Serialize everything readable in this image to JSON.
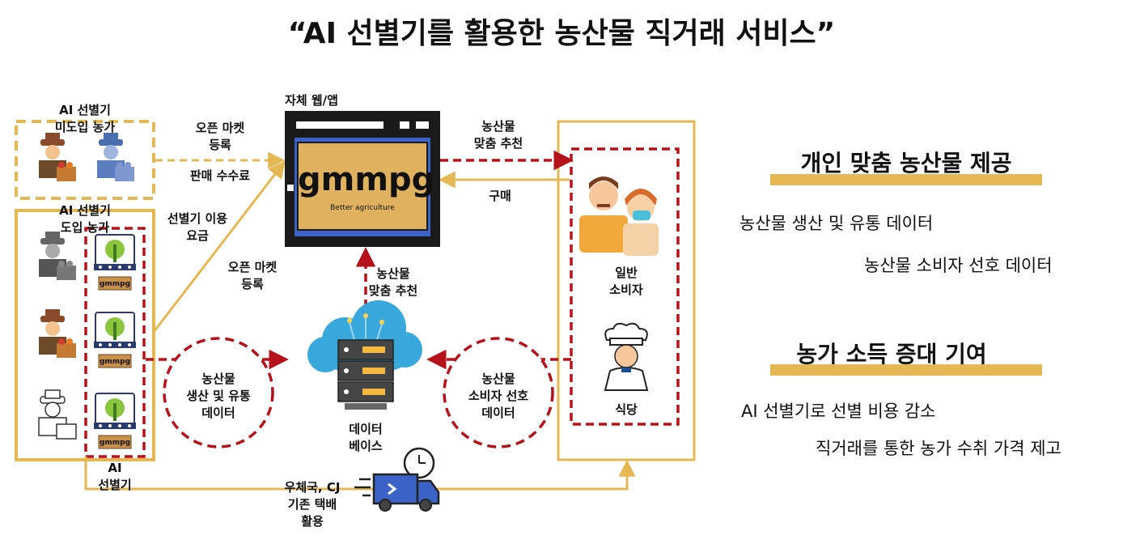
{
  "title": "“AI 선별기를 활용한 농산물 직거래 서비스”",
  "farms": {
    "non_adopting_label": "AI 선별기\n미도입 농가",
    "adopting_label": "AI 선별기\n도입 농가",
    "sorter_label": "AI\n선별기",
    "sorter_logo": "gmmpg"
  },
  "arrows": {
    "open_market_register_top": "오픈 마켓\n등록",
    "sales_fee": "판매 수수료",
    "sorter_usage_fee": "선별기 이용\n요금",
    "open_market_register_mid": "오픈 마켓\n등록",
    "crop_recommend_right": "농산물\n맞춤 추천",
    "purchase": "구매",
    "crop_recommend_center": "농산물\n맞춤 추천",
    "delivery": "우체국, CJ\n기존 택배\n활용"
  },
  "app": {
    "label": "자체 웹/앱",
    "logo": "gmmpg",
    "slogan": "Better agriculture"
  },
  "database": {
    "label": "데이터\n베이스"
  },
  "data_circles": {
    "production": "농산물\n생산 및 유통\n데이터",
    "preference": "농산물\n소비자 선호\n데이터"
  },
  "consumers": {
    "general": "일반\n소비자",
    "restaurant": "식당"
  },
  "benefits": [
    {
      "heading": "개인 맞춤 농산물 제공",
      "points": [
        "농산물 생산 및 유통 데이터",
        "농산물 소비자 선호 데이터"
      ]
    },
    {
      "heading": "농가 소득 증대 기여",
      "points": [
        "AI 선별기로 선별 비용 감소",
        "직거래를 통한 농가 수취 가격 제고"
      ]
    }
  ],
  "colors": {
    "gold": "#e6b854",
    "red_dashed": "#b5121b",
    "app_blue": "#3b63c7",
    "app_frame": "#1a1a1a",
    "app_screen": "#e0b25e",
    "cloud_blue": "#39a9dd"
  },
  "icons": [
    "farmer-icon",
    "sorter-machine-icon",
    "browser-window-icon",
    "cloud-server-icon",
    "consumer-couple-icon",
    "chef-icon",
    "delivery-truck-icon"
  ]
}
